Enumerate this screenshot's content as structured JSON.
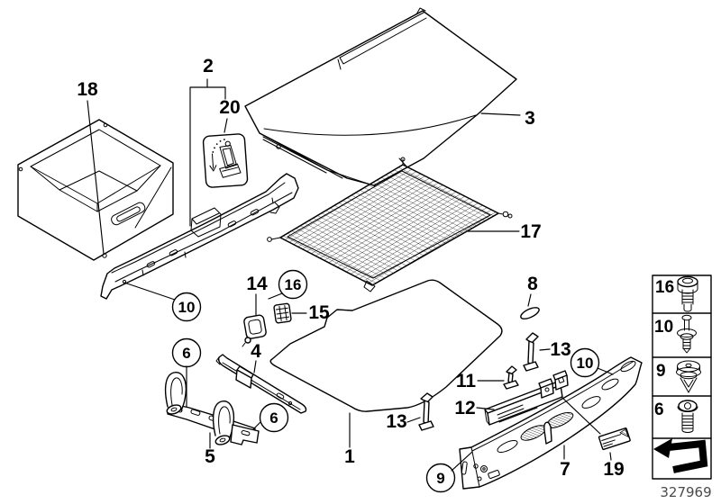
{
  "diagram": {
    "callouts": {
      "n18": "18",
      "n2": "2",
      "n20": "20",
      "n3": "3",
      "n17": "17",
      "n8": "8",
      "n14": "14",
      "n16c": "16",
      "n15": "15",
      "n4": "4",
      "n10cl": "10",
      "n6ct": "6",
      "n6cb": "6",
      "n5": "5",
      "n1": "1",
      "n13a": "13",
      "n13b": "13",
      "n11": "11",
      "n12": "12",
      "n9c": "9",
      "n7": "7",
      "n19": "19",
      "n10cr": "10"
    },
    "fastener_table": {
      "rows": [
        "16",
        "10",
        "9",
        "6"
      ]
    },
    "diagram_number": "327969",
    "colors": {
      "line": "#000000",
      "background": "#ffffff",
      "diagram_number": "#4a4a4a"
    }
  }
}
